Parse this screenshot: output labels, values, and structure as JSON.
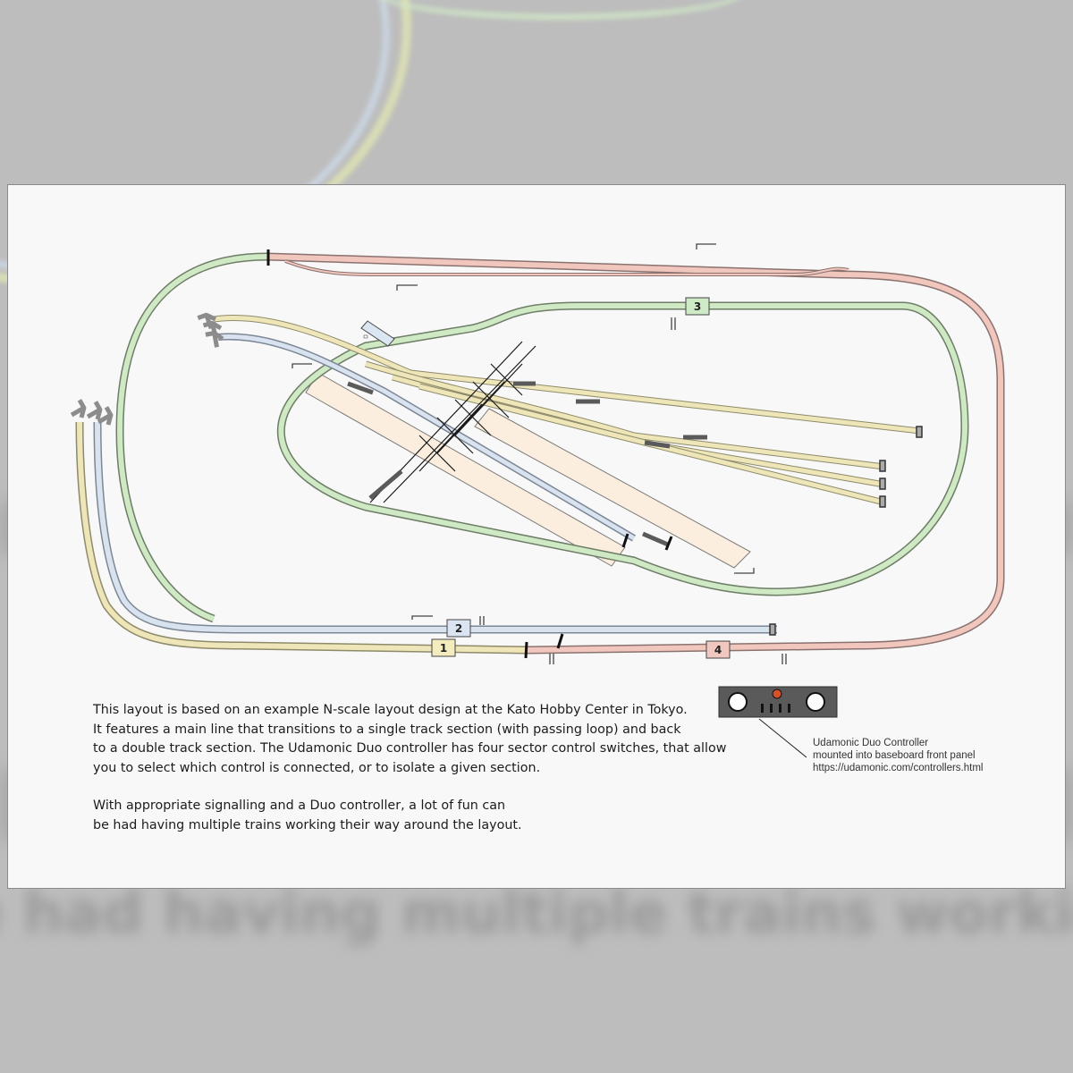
{
  "sections": [
    {
      "label": "1",
      "color": "#f3ecbf"
    },
    {
      "label": "2",
      "color": "#dbe4f1"
    },
    {
      "label": "3",
      "color": "#cfeac7"
    },
    {
      "label": "4",
      "color": "#f1c8bf"
    }
  ],
  "track_colors": {
    "section_1": "#eee6b8",
    "section_2": "#d9e3f0",
    "section_3": "#cfe9c4",
    "section_4": "#f0c6bd",
    "platform": "#fbeede"
  },
  "description": {
    "paragraph_1": "This layout is based on an example N-scale layout design at the Kato Hobby Center in Tokyo.\nIt features a main line that transitions to a single track section (with passing loop) and back\nto a double track section. The Udamonic Duo controller has four sector control switches, that allow\nyou to select which control is connected, or to isolate a given section.",
    "paragraph_2": "With appropriate signalling and a Duo controller, a lot of fun can\nbe had having multiple trains working their way around the layout."
  },
  "controller": {
    "icon": "controller-icon",
    "name": "Udamonic Duo Controller",
    "mounting": "mounted into baseboard front panel",
    "url": "https://udamonic.com/controllers.html"
  }
}
